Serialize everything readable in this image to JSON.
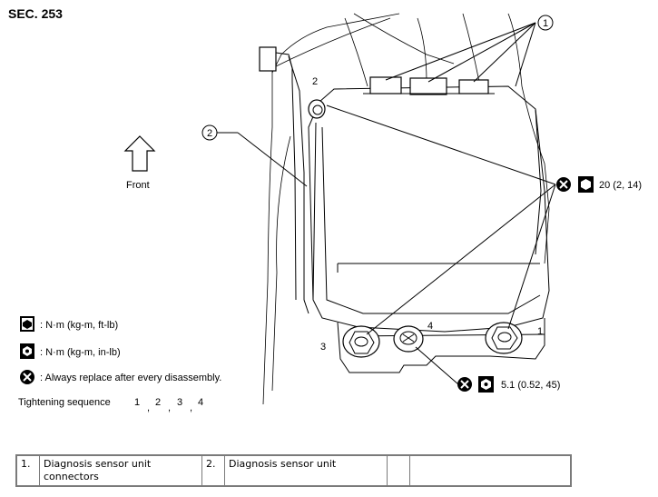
{
  "section": "SEC. 253",
  "callouts": {
    "c1": "1",
    "c2": "2"
  },
  "bolt_numbers": {
    "b1": "1",
    "b2": "2",
    "b3": "3",
    "b4": "4"
  },
  "front_label": "Front",
  "torque": {
    "upper": "20 (2, 14)",
    "lower": "5.1 (0.52, 45)"
  },
  "legend": {
    "nm_kgm_ftlb": ": N·m (kg-m, ft-lb)",
    "nm_kgm_inlb": ": N·m (kg-m, in-lb)",
    "replace": ": Always replace after every disassembly."
  },
  "tightening": {
    "label": "Tightening sequence",
    "seq": [
      "1",
      "2",
      "3",
      "4"
    ]
  },
  "parts_table": {
    "row": [
      {
        "num": "1.",
        "name": "Diagnosis sensor unit connectors"
      },
      {
        "num": "2.",
        "name": "Diagnosis sensor unit"
      },
      {
        "num": "",
        "name": ""
      }
    ]
  }
}
